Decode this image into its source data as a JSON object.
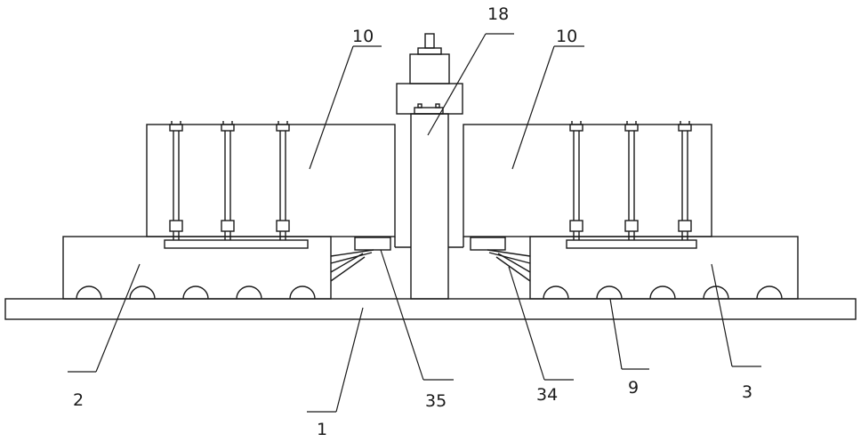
{
  "labels": {
    "base_plate": "1",
    "left_carriage": "2",
    "right_carriage": "3",
    "roller": "9",
    "lifter_left": "10",
    "lifter_right": "10",
    "central_column": "18",
    "right_bracket": "34",
    "left_bracket": "35"
  },
  "colors": {
    "line": "#1a1a1a",
    "background": "#ffffff"
  }
}
